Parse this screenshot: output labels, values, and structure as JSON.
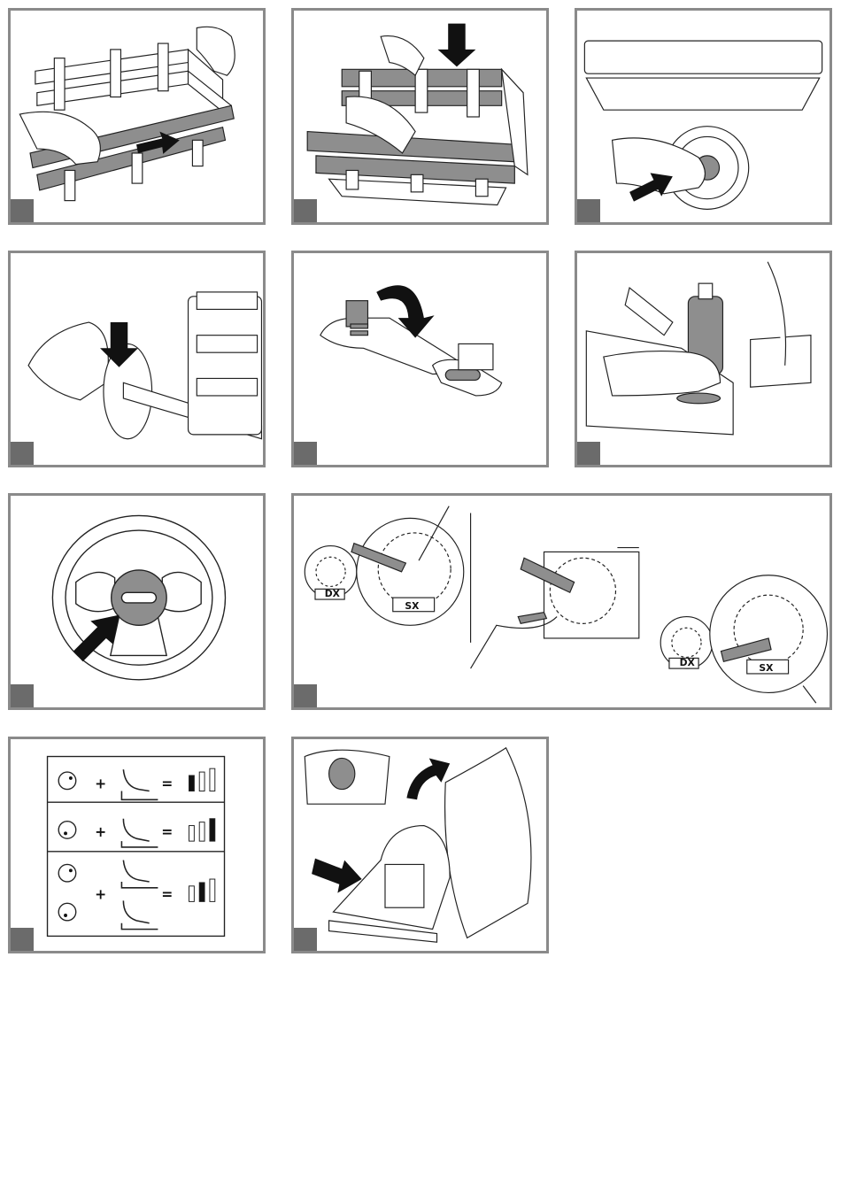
{
  "steps": {
    "step8": {
      "left_label": "DX",
      "right_label": "SX"
    },
    "step8b": {
      "left_label": "DX",
      "right_label": "SX"
    },
    "step9": {
      "plus": "+",
      "equals": "="
    }
  },
  "colors": {
    "frame": "#8a8a8a",
    "tab": "#6b6b6b",
    "slat": "#8e8e8e",
    "arrow": "#111111"
  },
  "icons": [
    "arrow-icon",
    "hand-icon",
    "wheel-icon",
    "bottle-icon",
    "steering-wheel-icon",
    "seat-icon",
    "person-icon",
    "screwdriver-icon"
  ]
}
